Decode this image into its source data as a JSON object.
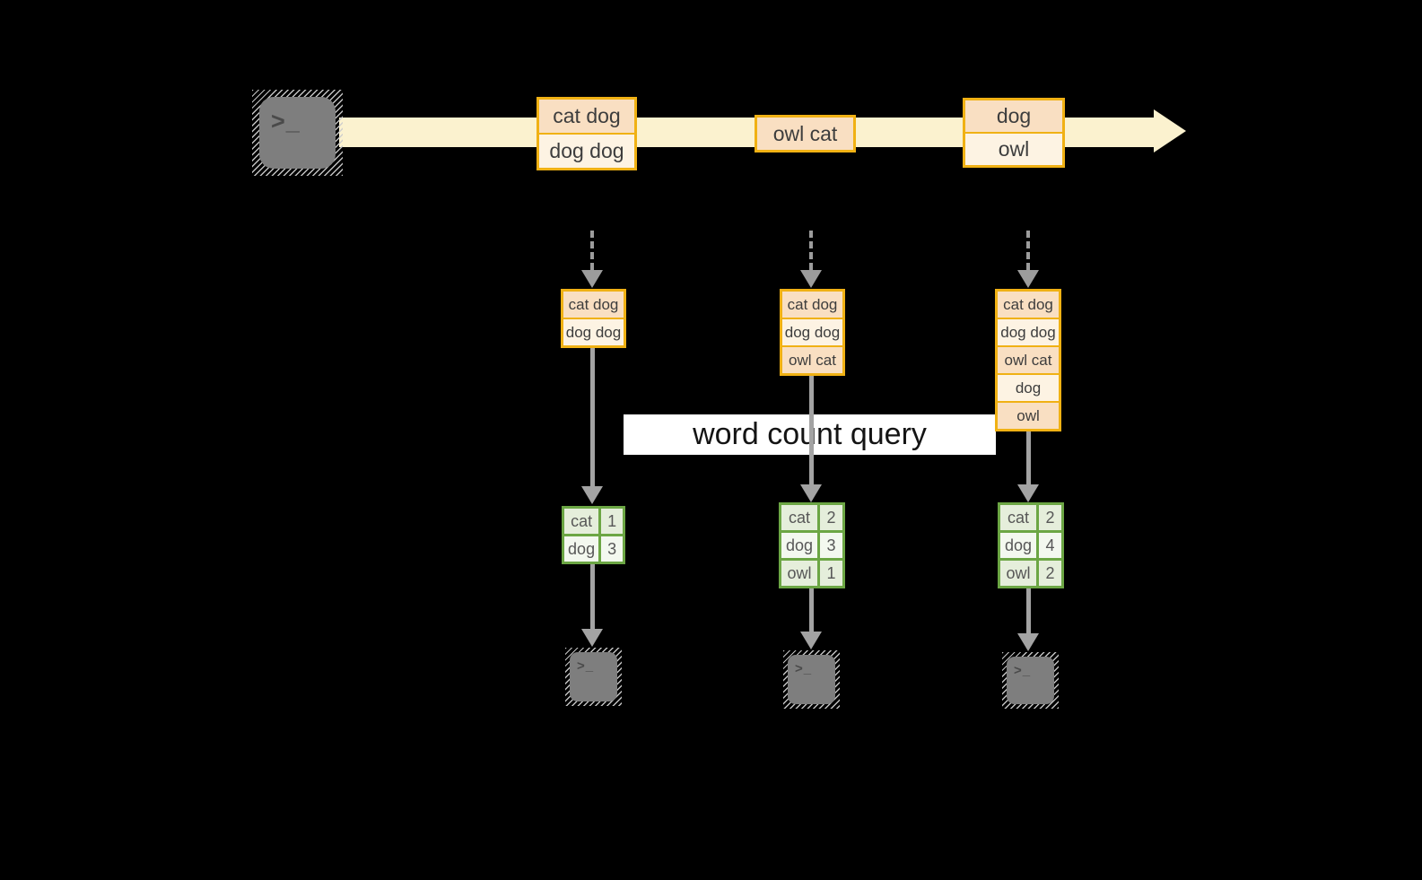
{
  "title_label": "word count query",
  "terminal_prompt": ">_",
  "colors": {
    "background": "#000000",
    "stream_fill": "#FBF2CF",
    "orange_border": "#F0B114",
    "orange_row_dark": "#F9DFC2",
    "orange_row_light": "#FDF3E3",
    "green_border": "#6CA644",
    "green_row_dark": "#E5EEDB",
    "green_row_light": "#F3F8EF",
    "arrow_gray": "#A3A3A3",
    "terminal_gray": "#7E7E7E",
    "label_background": "#FFFFFF"
  },
  "stream": {
    "source_icon": "terminal",
    "batches": [
      {
        "rows": [
          "cat dog",
          "dog dog"
        ]
      },
      {
        "rows": [
          "owl cat"
        ]
      },
      {
        "rows": [
          "dog",
          "owl"
        ]
      }
    ]
  },
  "columns": [
    {
      "batch_rows": [
        "cat dog",
        "dog dog"
      ],
      "counts": [
        {
          "word": "cat",
          "count": 1
        },
        {
          "word": "dog",
          "count": 3
        }
      ],
      "sink_icon": "terminal"
    },
    {
      "batch_rows": [
        "cat dog",
        "dog dog",
        "owl cat"
      ],
      "counts": [
        {
          "word": "cat",
          "count": 2
        },
        {
          "word": "dog",
          "count": 3
        },
        {
          "word": "owl",
          "count": 1
        }
      ],
      "sink_icon": "terminal"
    },
    {
      "batch_rows": [
        "cat dog",
        "dog dog",
        "owl cat",
        "dog",
        "owl"
      ],
      "counts": [
        {
          "word": "cat",
          "count": 2
        },
        {
          "word": "dog",
          "count": 4
        },
        {
          "word": "owl",
          "count": 2
        }
      ],
      "sink_icon": "terminal"
    }
  ]
}
